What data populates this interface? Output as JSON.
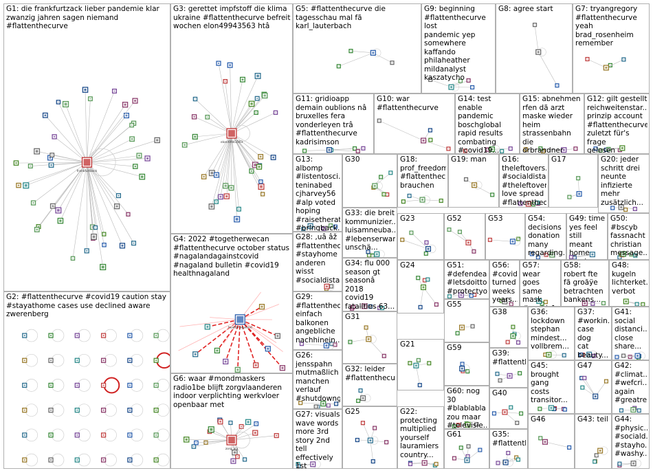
{
  "groups": [
    {
      "id": "G1",
      "label": "G1: die frankfurtzack lieber pandemie klar\nzwanzig jahren sagen niemand\n#flattenthecurve",
      "hub": "frankfurtzack",
      "style": "star"
    },
    {
      "id": "G2",
      "label": "G2: #flattenthecurve #covid19 caution stay\n#stayathome cases use declined aware\nzwerenberg",
      "style": "grid"
    },
    {
      "id": "G3",
      "label": "G3: gerettet impfstoff die klima\nukraine #flattenthecurve befreit\nwochen elon49943563 htâ",
      "hub": "elon49943563",
      "style": "star"
    },
    {
      "id": "G4",
      "label": "G4: 2022 #togetherwecan\n#flattenthecurve october status\n#nagalandagainstcovid\n#nagaland bulletin #covid19\nhealthnagaland",
      "hub": "healthnagaland",
      "style": "red"
    },
    {
      "id": "G5",
      "label": "G5: #flattenthecurve die\ntagesschau mal fã karl_lauterbach",
      "style": "small"
    },
    {
      "id": "G6",
      "label": "G6: waar #mondmaskers\nradio1be blijft zorgvlaanderen\nindoor verplichting werkvloer\nopenbaar met",
      "hub": "zorg_vla",
      "style": "star"
    },
    {
      "id": "G7",
      "label": "G7: tryangregory\n#flattenthecurve\nyeah\nbrad_rosenheim\nremember",
      "style": "small"
    },
    {
      "id": "G8",
      "label": "G8: agree start",
      "style": "small"
    },
    {
      "id": "G9",
      "label": "G9: beginning\n#flattenthecurve lost\npandemic yep\nsomewhere\nkaffando\nphilaheather\nmildanalyst\nkaszatycho",
      "style": "small"
    },
    {
      "id": "G10",
      "label": "G10: war\n#flattenthecurve",
      "style": "small"
    },
    {
      "id": "G11",
      "label": "G11: gridioapp\ndemain oublions nâ\nbruxelles fera\nvonderleyen trâ\n#flattenthecurve\nkadrisimson",
      "style": "small"
    },
    {
      "id": "G12",
      "label": "G12: gilt gestellt\nreichweitenstar...\nprinzip account\n#flattenthecurve\nzuletzt für's frage\ngelesen",
      "style": "small"
    },
    {
      "id": "G13",
      "label": "G13: albomp\n#listentosci...\nteninabed\ncjharvey56\n#alp voted\nhoping\n#raisetherate\n#bringback...",
      "style": "small"
    },
    {
      "id": "G14",
      "label": "G14: test enable\npandemic\nboschglobal\nrapid results\ncombating\n#covid19...",
      "style": "small"
    },
    {
      "id": "G15",
      "label": "G15: abnehmen\nrfen dã arzt\nmaske wieder\nheim\nstrassenbahn die\ndrbrandner",
      "style": "small"
    },
    {
      "id": "G16",
      "label": "G16:\ntheleftovers...\n#socialdista...\n#theleftovers\nlove spread\n#flattenthec...",
      "style": "small"
    },
    {
      "id": "G17",
      "label": "G17",
      "style": "small"
    },
    {
      "id": "G18",
      "label": "G18:\nprof_freedom\n#flattenthec...\nbrauchen",
      "style": "small"
    },
    {
      "id": "G19",
      "label": "G19: man",
      "style": "small"
    },
    {
      "id": "G20",
      "label": "G20: jeder\nschritt drei\nneunte\ninfizierte\nmehr\nzusätzlich...",
      "style": "small"
    },
    {
      "id": "G21",
      "label": "G21",
      "style": "small"
    },
    {
      "id": "G22",
      "label": "G22:\nprotecting\nmultiplied\nyourself\nlauramiers\ncountry...",
      "style": "small"
    },
    {
      "id": "G23",
      "label": "G23",
      "style": "small"
    },
    {
      "id": "G24",
      "label": "G24",
      "style": "small"
    },
    {
      "id": "G25",
      "label": "G25",
      "style": "small"
    },
    {
      "id": "G26",
      "label": "G26:\njensspahn\nmutmaßlich\nmanchen\nverlauf\n#shutdowng...",
      "style": "small"
    },
    {
      "id": "G27",
      "label": "G27: visuals\nwave words\nmore 3rd\nstory 2nd tell\neffectively\n1st",
      "style": "small"
    },
    {
      "id": "G28",
      "label": "G28: ,uâ âž\n#flattenthec...\n#stayhome\nanderen\nwisst\n#socialdista...",
      "style": "small"
    },
    {
      "id": "G29",
      "label": "G29:\n#flattenthec...\neinfach\nbalkonen\nangebliche\nnachhinein...",
      "style": "small"
    },
    {
      "id": "G30",
      "label": "G30",
      "style": "small"
    },
    {
      "id": "G31",
      "label": "G31",
      "style": "small"
    },
    {
      "id": "G32",
      "label": "G32: leider\n#flattenthecu...",
      "style": "small"
    },
    {
      "id": "G33",
      "label": "G33: die breit\nkommunizier...\nluisamneuba...\n#lebenserwar...\nunschä...",
      "style": "small"
    },
    {
      "id": "G34",
      "label": "G34: flu 000\nseason gt\nseasonâ 2018\ncovid19\nfatalities 63...",
      "style": "small"
    },
    {
      "id": "G35",
      "label": "G35:\n#flattenthec...",
      "style": "small"
    },
    {
      "id": "G36",
      "label": "G36:\nlockdown\nstephan\nmindest...\nvollbrem...",
      "style": "small"
    },
    {
      "id": "G37",
      "label": "G37:\n#workin...\ncase dog\ncat\nbeauty...",
      "style": "small"
    },
    {
      "id": "G38",
      "label": "G38",
      "style": "small"
    },
    {
      "id": "G39",
      "label": "G39:\n#flattenthec...",
      "style": "small"
    },
    {
      "id": "G40",
      "label": "G40",
      "style": "small"
    },
    {
      "id": "G41",
      "label": "G41:\nsocial\ndistanci...\nclose\nshare...",
      "style": "small"
    },
    {
      "id": "G42",
      "label": "G42:\n#climat...\n#wefcri...\nagain\n#greatre...",
      "style": "small"
    },
    {
      "id": "G43",
      "label": "G43: teil",
      "style": "small"
    },
    {
      "id": "G44",
      "label": "G44:\n#physic...\n#sociald...\n#stayho...\n#washy...",
      "style": "small"
    },
    {
      "id": "G45",
      "label": "G45:\nbrought\ngang\ncosts\ntransitor...",
      "style": "small"
    },
    {
      "id": "G46",
      "label": "G46",
      "style": "small"
    },
    {
      "id": "G47",
      "label": "G47",
      "style": "small"
    },
    {
      "id": "G48",
      "label": "G48:\nkugeln\nlichterket...\nverbot",
      "style": "small"
    },
    {
      "id": "G49",
      "label": "G49: time\nyes feel\nstill meant\nhome\nstaying...",
      "style": "small"
    },
    {
      "id": "G50",
      "label": "G50:\n#bscyb\nfassnacht\nchristian\nmessage...",
      "style": "small"
    },
    {
      "id": "G51",
      "label": "G51:\n#defendea...\n#letsdoitto...\n#protectyo...",
      "style": "small"
    },
    {
      "id": "G52",
      "label": "G52",
      "style": "small"
    },
    {
      "id": "G53",
      "label": "G53",
      "style": "small"
    },
    {
      "id": "G54",
      "label": "G54:\ndecisions\ndonation\nmany\nregarding...",
      "style": "small"
    },
    {
      "id": "G55",
      "label": "G55",
      "style": "small"
    },
    {
      "id": "G56",
      "label": "G56:\n#covid\nturned\nweeks\nyears...",
      "style": "small"
    },
    {
      "id": "G57",
      "label": "G57: wear\ngoes\nsame\nmask\n#covid_1...",
      "style": "small"
    },
    {
      "id": "G58",
      "label": "G58:\nrobert fte\nfã groãÿe\nbetrachten\nbankens...",
      "style": "small"
    },
    {
      "id": "G59",
      "label": "G59",
      "style": "small"
    },
    {
      "id": "G60",
      "label": "G60: nog 30\n#blablabla\nzou maar\n#televisie...",
      "style": "small"
    },
    {
      "id": "G61",
      "label": "G61",
      "style": "small"
    }
  ]
}
